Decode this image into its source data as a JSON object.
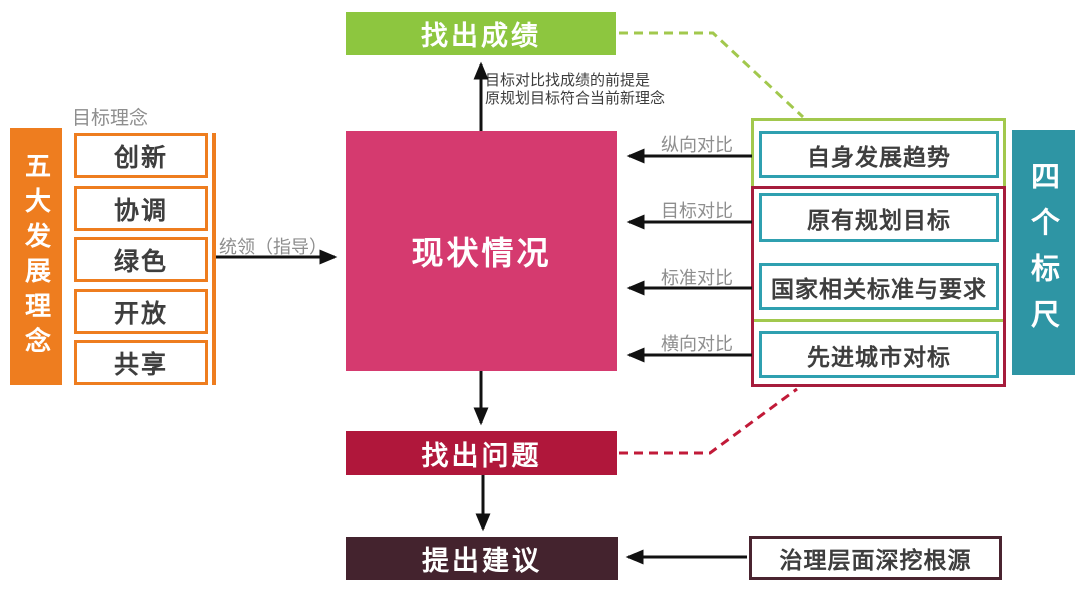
{
  "palette": {
    "orange": "#EE7D1F",
    "green_fill": "#8DC63F",
    "green_line": "#A2C84D",
    "pink": "#D53A6F",
    "crimson": "#B0173B",
    "red_line": "#C11A38",
    "dark_maroon": "#44232E",
    "teal": "#2E95A4",
    "teal_border": "#2FA0B0",
    "gray_text": "#8E8E8E",
    "dark_text": "#3E3E3E",
    "arrow_black": "#111111"
  },
  "left_panel": {
    "bar_label": "五大发展理念",
    "header": "目标理念",
    "concepts": [
      "创新",
      "协调",
      "绿色",
      "开放",
      "共享"
    ],
    "lead_arrow_label": "统领（指导）"
  },
  "center": {
    "achievement_box": "找出成绩",
    "current_box": "现状情况",
    "problem_box": "找出问题",
    "suggestion_box": "提出建议",
    "note_line1": "目标对比找成绩的前提是",
    "note_line2": "原规划目标符合当前新理念"
  },
  "right_panel": {
    "bar_label": "四个标尺",
    "rulers": [
      "自身发展趋势",
      "原有规划目标",
      "国家相关标准与要求",
      "先进城市对标"
    ],
    "comparison_labels": [
      "纵向对比",
      "目标对比",
      "标准对比",
      "横向对比"
    ],
    "governance_box": "治理层面深挖根源"
  }
}
